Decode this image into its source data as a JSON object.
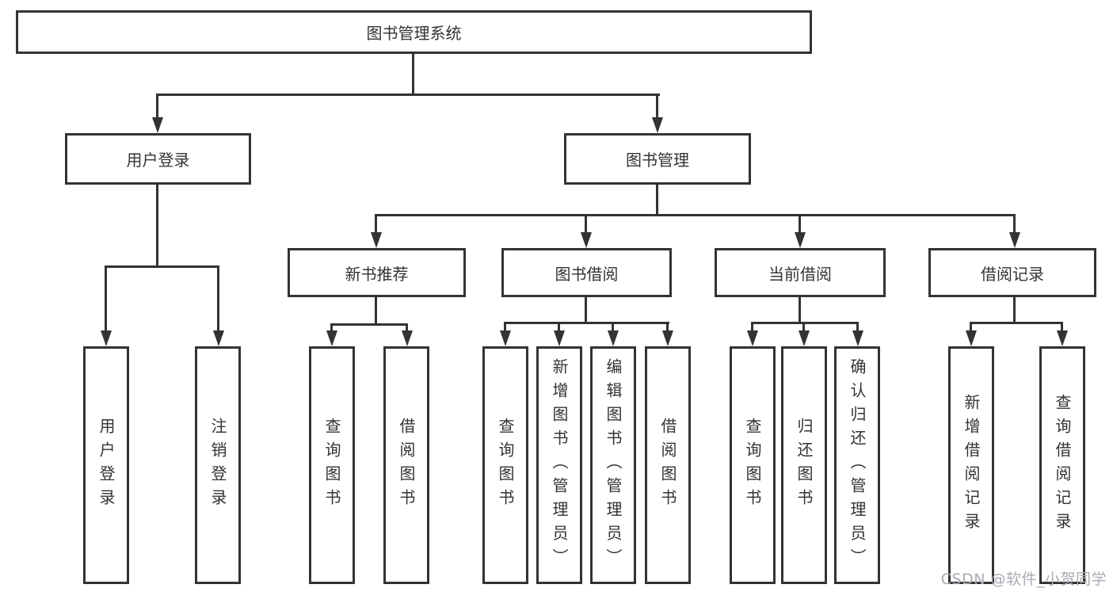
{
  "nodes": {
    "root": "图书管理系统",
    "user_login": "用户登录",
    "book_mgmt": "图书管理",
    "new_book_rec": "新书推荐",
    "book_borrowing": "图书借阅",
    "current_borrowing": "当前借阅",
    "borrowing_records": "借阅记录",
    "leaf_user_login": "用户登录",
    "leaf_logout": "注销登录",
    "leaf_query_books_rec": "查询图书",
    "leaf_borrow_books_rec": "借阅图书",
    "leaf_query_books_borrow": "查询图书",
    "leaf_add_books_admin": "新增图书（管理员）",
    "leaf_edit_books_admin": "编辑图书（管理员）",
    "leaf_borrow_books_borrow": "借阅图书",
    "leaf_query_books_current": "查询图书",
    "leaf_return_books": "归还图书",
    "leaf_confirm_return_admin": "确认归还（管理员）",
    "leaf_add_borrow_record": "新增借阅记录",
    "leaf_query_borrow_record": "查询借阅记录"
  },
  "watermark": "CSDN @软件_小贺同学",
  "colors": {
    "line": "#333333",
    "text": "#333333",
    "box_fill": "#ffffff",
    "watermark": "#a9a9b2"
  }
}
